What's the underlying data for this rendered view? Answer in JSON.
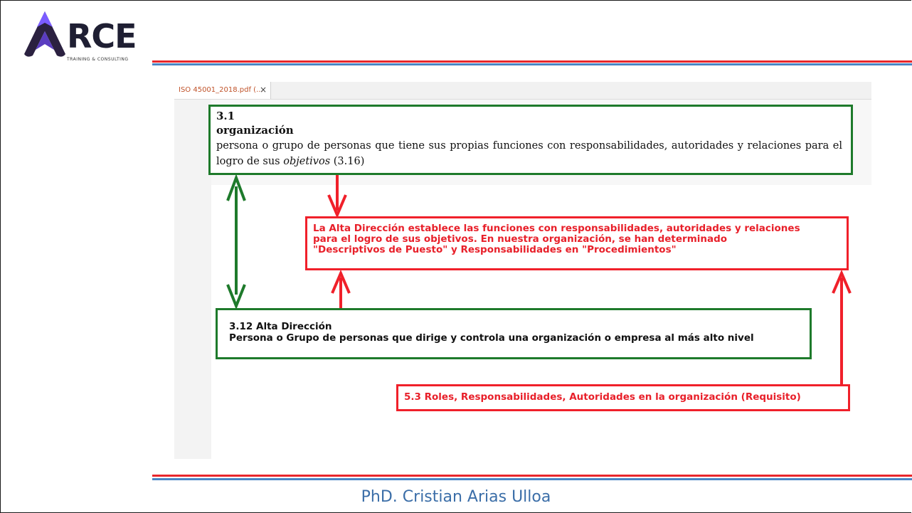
{
  "logo": {
    "word": "RCE",
    "subtitle": "TRAINING & CONSULTING",
    "colors": {
      "dark": "#1f1f33",
      "purple": "#3b2a8c"
    }
  },
  "viewer": {
    "tab_title": "ISO 45001_2018.pdf (...",
    "close_icon": "×"
  },
  "definition": {
    "number": "3.1",
    "term": "organización",
    "body_pre": "persona o grupo de personas que tiene sus propias funciones con responsabilidades, autoridades y relaciones para el logro de sus ",
    "body_italic": "objetivos",
    "body_post": " (3.16)"
  },
  "callout_red": {
    "line1": "La Alta Dirección establece las funciones con responsabilidades, autoridades y relaciones",
    "line2": "para el logro de sus objetivos. En nuestra organización, se han determinado",
    "line3": "\"Descriptivos de Puesto\" y Responsabilidades en \"Procedimientos\""
  },
  "top_management": {
    "title": "3.12 Alta Dirección",
    "body": "Persona o Grupo de personas que dirige y controla una organización o empresa al más alto nivel"
  },
  "requirement": {
    "text": "5.3 Roles, Responsabilidades, Autoridades en la organización (Requisito)"
  },
  "footer": {
    "author": "PhD. Cristian Arias Ulloa"
  },
  "colors": {
    "green": "#1e7a2b",
    "red": "#f0202a",
    "rule_red": "#e8262b",
    "rule_blue": "#4a86c5",
    "author": "#3b6ea8"
  }
}
